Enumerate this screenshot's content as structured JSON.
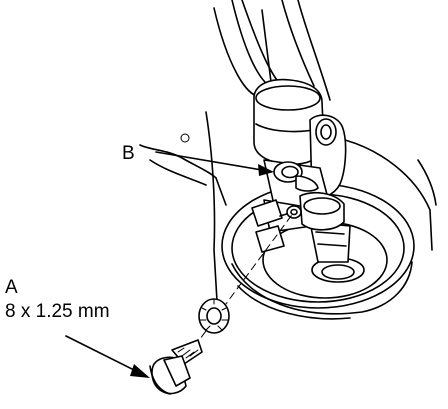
{
  "labels": {
    "a_letter": "A",
    "a_size": "8 x 1.25 mm",
    "b_letter": "B"
  }
}
